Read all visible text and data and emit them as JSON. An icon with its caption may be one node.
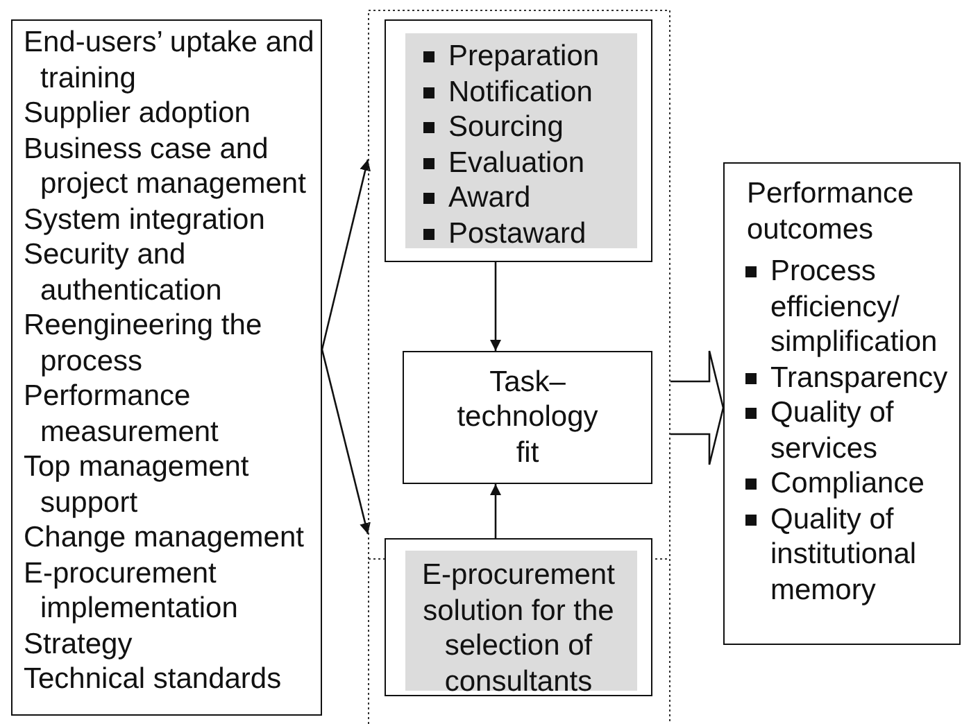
{
  "diagram": {
    "nodes": [
      {
        "text": [
          "End-users’ uptake and training",
          "Supplier adoption",
          "Business case and project management",
          "System integration",
          "Security and authentication",
          "Reengineering the process",
          "Performance measurement",
          "Top management support",
          "Change management",
          "E-procurement implementation",
          "Strategy",
          "Technical standards"
        ]
      },
      {
        "text": [],
        "shape": "box"
      },
      {
        "text": [
          "Preparation",
          "Notification",
          "Sourcing",
          "Evaluation",
          "Award",
          "Postaward"
        ],
        "in": 1
      },
      {
        "text": [
          "Task– technology fit"
        ],
        "in": 1
      },
      {
        "text": [
          "E-procurement solution for the selection of consultants"
        ],
        "in": 1
      },
      {
        "text": [
          "Performance outcomes",
          "Process efficiency/ simplification",
          "Transparency",
          "Quality of services",
          "Compliance",
          "Quality of institutional memory"
        ]
      }
    ],
    "edges": [
      {
        "from": 0,
        "to": 1,
        "arrow": "to"
      },
      {
        "from": 0,
        "to": 1,
        "arrow": "to"
      },
      {
        "from": 2,
        "to": 3,
        "arrow": "to"
      },
      {
        "from": 4,
        "to": 3,
        "arrow": "to"
      },
      {
        "from": 1,
        "to": 5,
        "arrow": "to",
        "style": "thick"
      }
    ]
  }
}
